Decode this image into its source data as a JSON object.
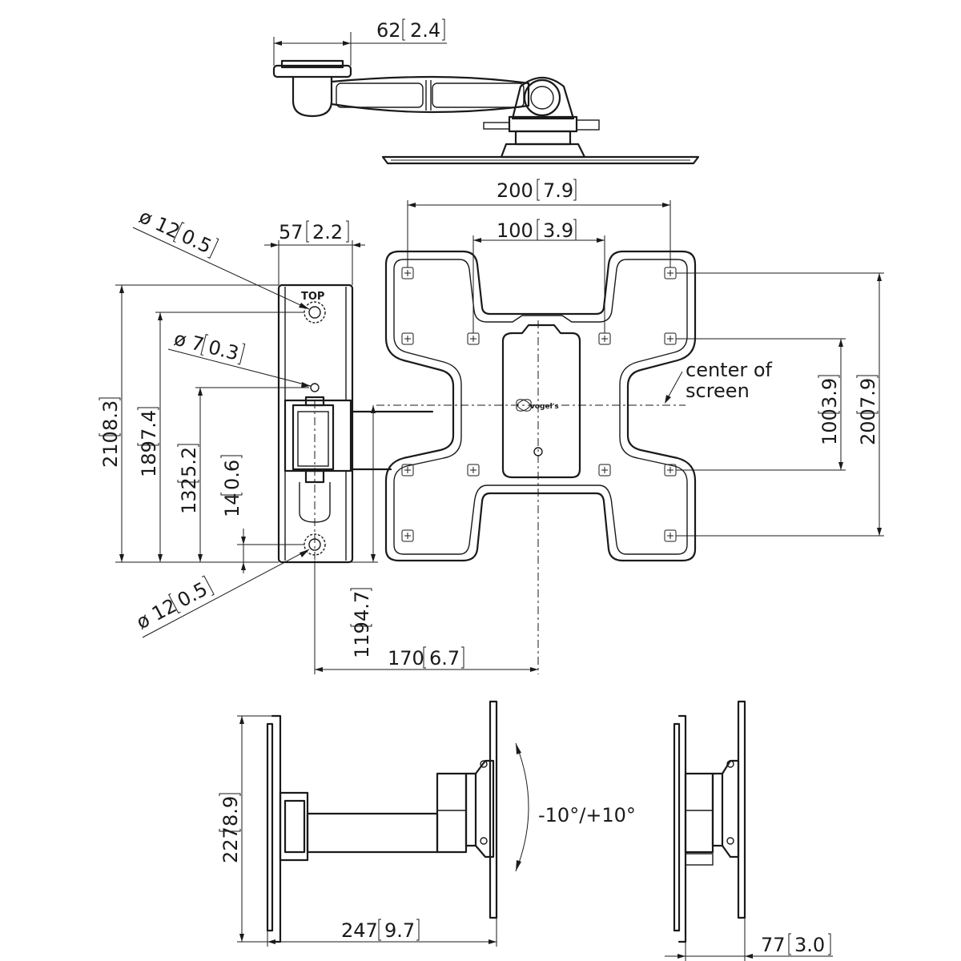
{
  "dimensions": {
    "top_width": {
      "value": "62",
      "inch": "2.4"
    },
    "pattern_200_w": {
      "value": "200",
      "inch": "7.9"
    },
    "pattern_100_w": {
      "value": "100",
      "inch": "3.9"
    },
    "plate_width": {
      "value": "57",
      "inch": "2.2"
    },
    "hole_top": {
      "symbol": "ø",
      "value": "12",
      "inch": "0.5"
    },
    "hole_mid": {
      "symbol": "ø",
      "value": "7",
      "inch": "0.3"
    },
    "hole_bottom": {
      "symbol": "ø",
      "value": "12",
      "inch": "0.5"
    },
    "plate_height": {
      "value": "210",
      "inch": "8.3"
    },
    "hole_span": {
      "value": "189",
      "inch": "7.4"
    },
    "mid_hole_height": {
      "value": "132",
      "inch": "5.2"
    },
    "bottom_offset": {
      "value": "14",
      "inch": "0.6"
    },
    "pivot_offset": {
      "value": "119",
      "inch": "4.7"
    },
    "arm_reach": {
      "value": "170",
      "inch": "6.7"
    },
    "pattern_100_h": {
      "value": "100",
      "inch": "3.9"
    },
    "pattern_200_h": {
      "value": "200",
      "inch": "7.9"
    },
    "side_height": {
      "value": "227",
      "inch": "8.9"
    },
    "side_depth": {
      "value": "247",
      "inch": "9.7"
    },
    "min_depth": {
      "value": "77",
      "inch": "3.0"
    }
  },
  "labels": {
    "top_marker": "TOP",
    "center_line1": "center of",
    "center_line2": "screen",
    "tilt_range": "-10°/+10°",
    "logo_text": "vogel's"
  }
}
